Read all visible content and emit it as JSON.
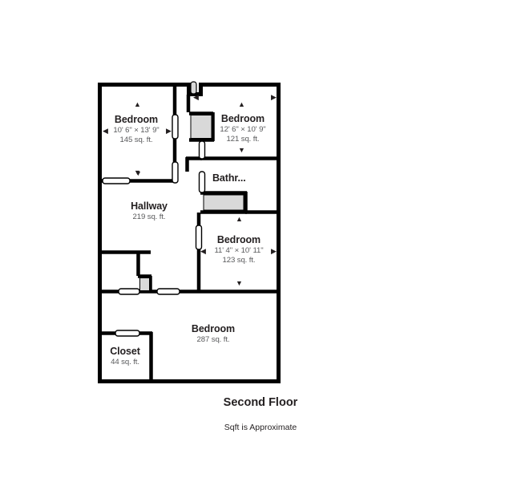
{
  "plan": {
    "title": "Second Floor",
    "subtitle": "Sqft is Approximate",
    "colors": {
      "wall": "#000000",
      "fixture_fill": "#d9d9d9",
      "door_fill": "#ffffff",
      "text_primary": "#231f20",
      "text_secondary": "#58595b",
      "background": "#ffffff"
    },
    "rooms": [
      {
        "id": "bedroom-top-left",
        "name": "Bedroom",
        "dimensions": "10' 6\" × 13' 9\"",
        "area": "145 sq. ft."
      },
      {
        "id": "bedroom-top-right",
        "name": "Bedroom",
        "dimensions": "12' 6\" × 10' 9\"",
        "area": "121 sq. ft."
      },
      {
        "id": "bathroom",
        "name": "Bathr...",
        "dimensions": "",
        "area": ""
      },
      {
        "id": "hallway",
        "name": "Hallway",
        "dimensions": "",
        "area": "219 sq. ft."
      },
      {
        "id": "bedroom-mid-right",
        "name": "Bedroom",
        "dimensions": "11' 4\" × 10' 11\"",
        "area": "123 sq. ft."
      },
      {
        "id": "bedroom-bottom",
        "name": "Bedroom",
        "dimensions": "",
        "area": "287 sq. ft."
      },
      {
        "id": "closet",
        "name": "Closet",
        "dimensions": "",
        "area": "44 sq. ft."
      }
    ],
    "icons": {
      "arrow_up": "▲",
      "arrow_down": "▼",
      "arrow_left": "◀",
      "arrow_right": "▶"
    }
  }
}
